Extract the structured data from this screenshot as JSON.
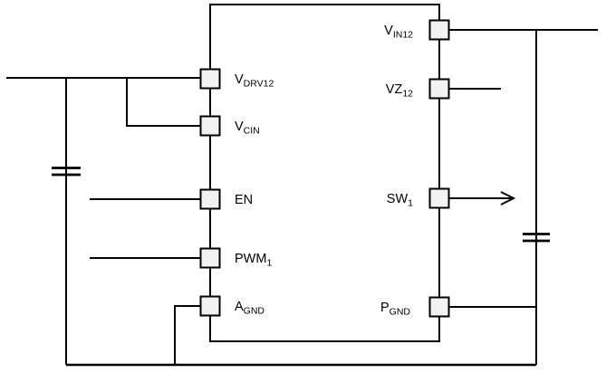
{
  "component": {
    "left_pins": [
      {
        "id": "vdrv12",
        "main": "V",
        "sub": "DRV12"
      },
      {
        "id": "vcin",
        "main": "V",
        "sub": "CIN"
      },
      {
        "id": "en",
        "main": "EN",
        "sub": ""
      },
      {
        "id": "pwm1",
        "main": "PWM",
        "sub": "1"
      },
      {
        "id": "agnd",
        "main": "A",
        "sub": "GND"
      }
    ],
    "right_pins": [
      {
        "id": "vin12",
        "main": "V",
        "sub": "IN12"
      },
      {
        "id": "vz12",
        "main": "VZ",
        "sub": "12"
      },
      {
        "id": "sw1",
        "main": "SW",
        "sub": "1"
      },
      {
        "id": "pgnd",
        "main": "P",
        "sub": "GND"
      }
    ]
  },
  "symbols": {
    "capacitor_count": 2,
    "sw1_arrow_direction": "right"
  },
  "colors": {
    "line": "#000000",
    "pin_fill": "#f2f2f2",
    "background": "#ffffff"
  }
}
